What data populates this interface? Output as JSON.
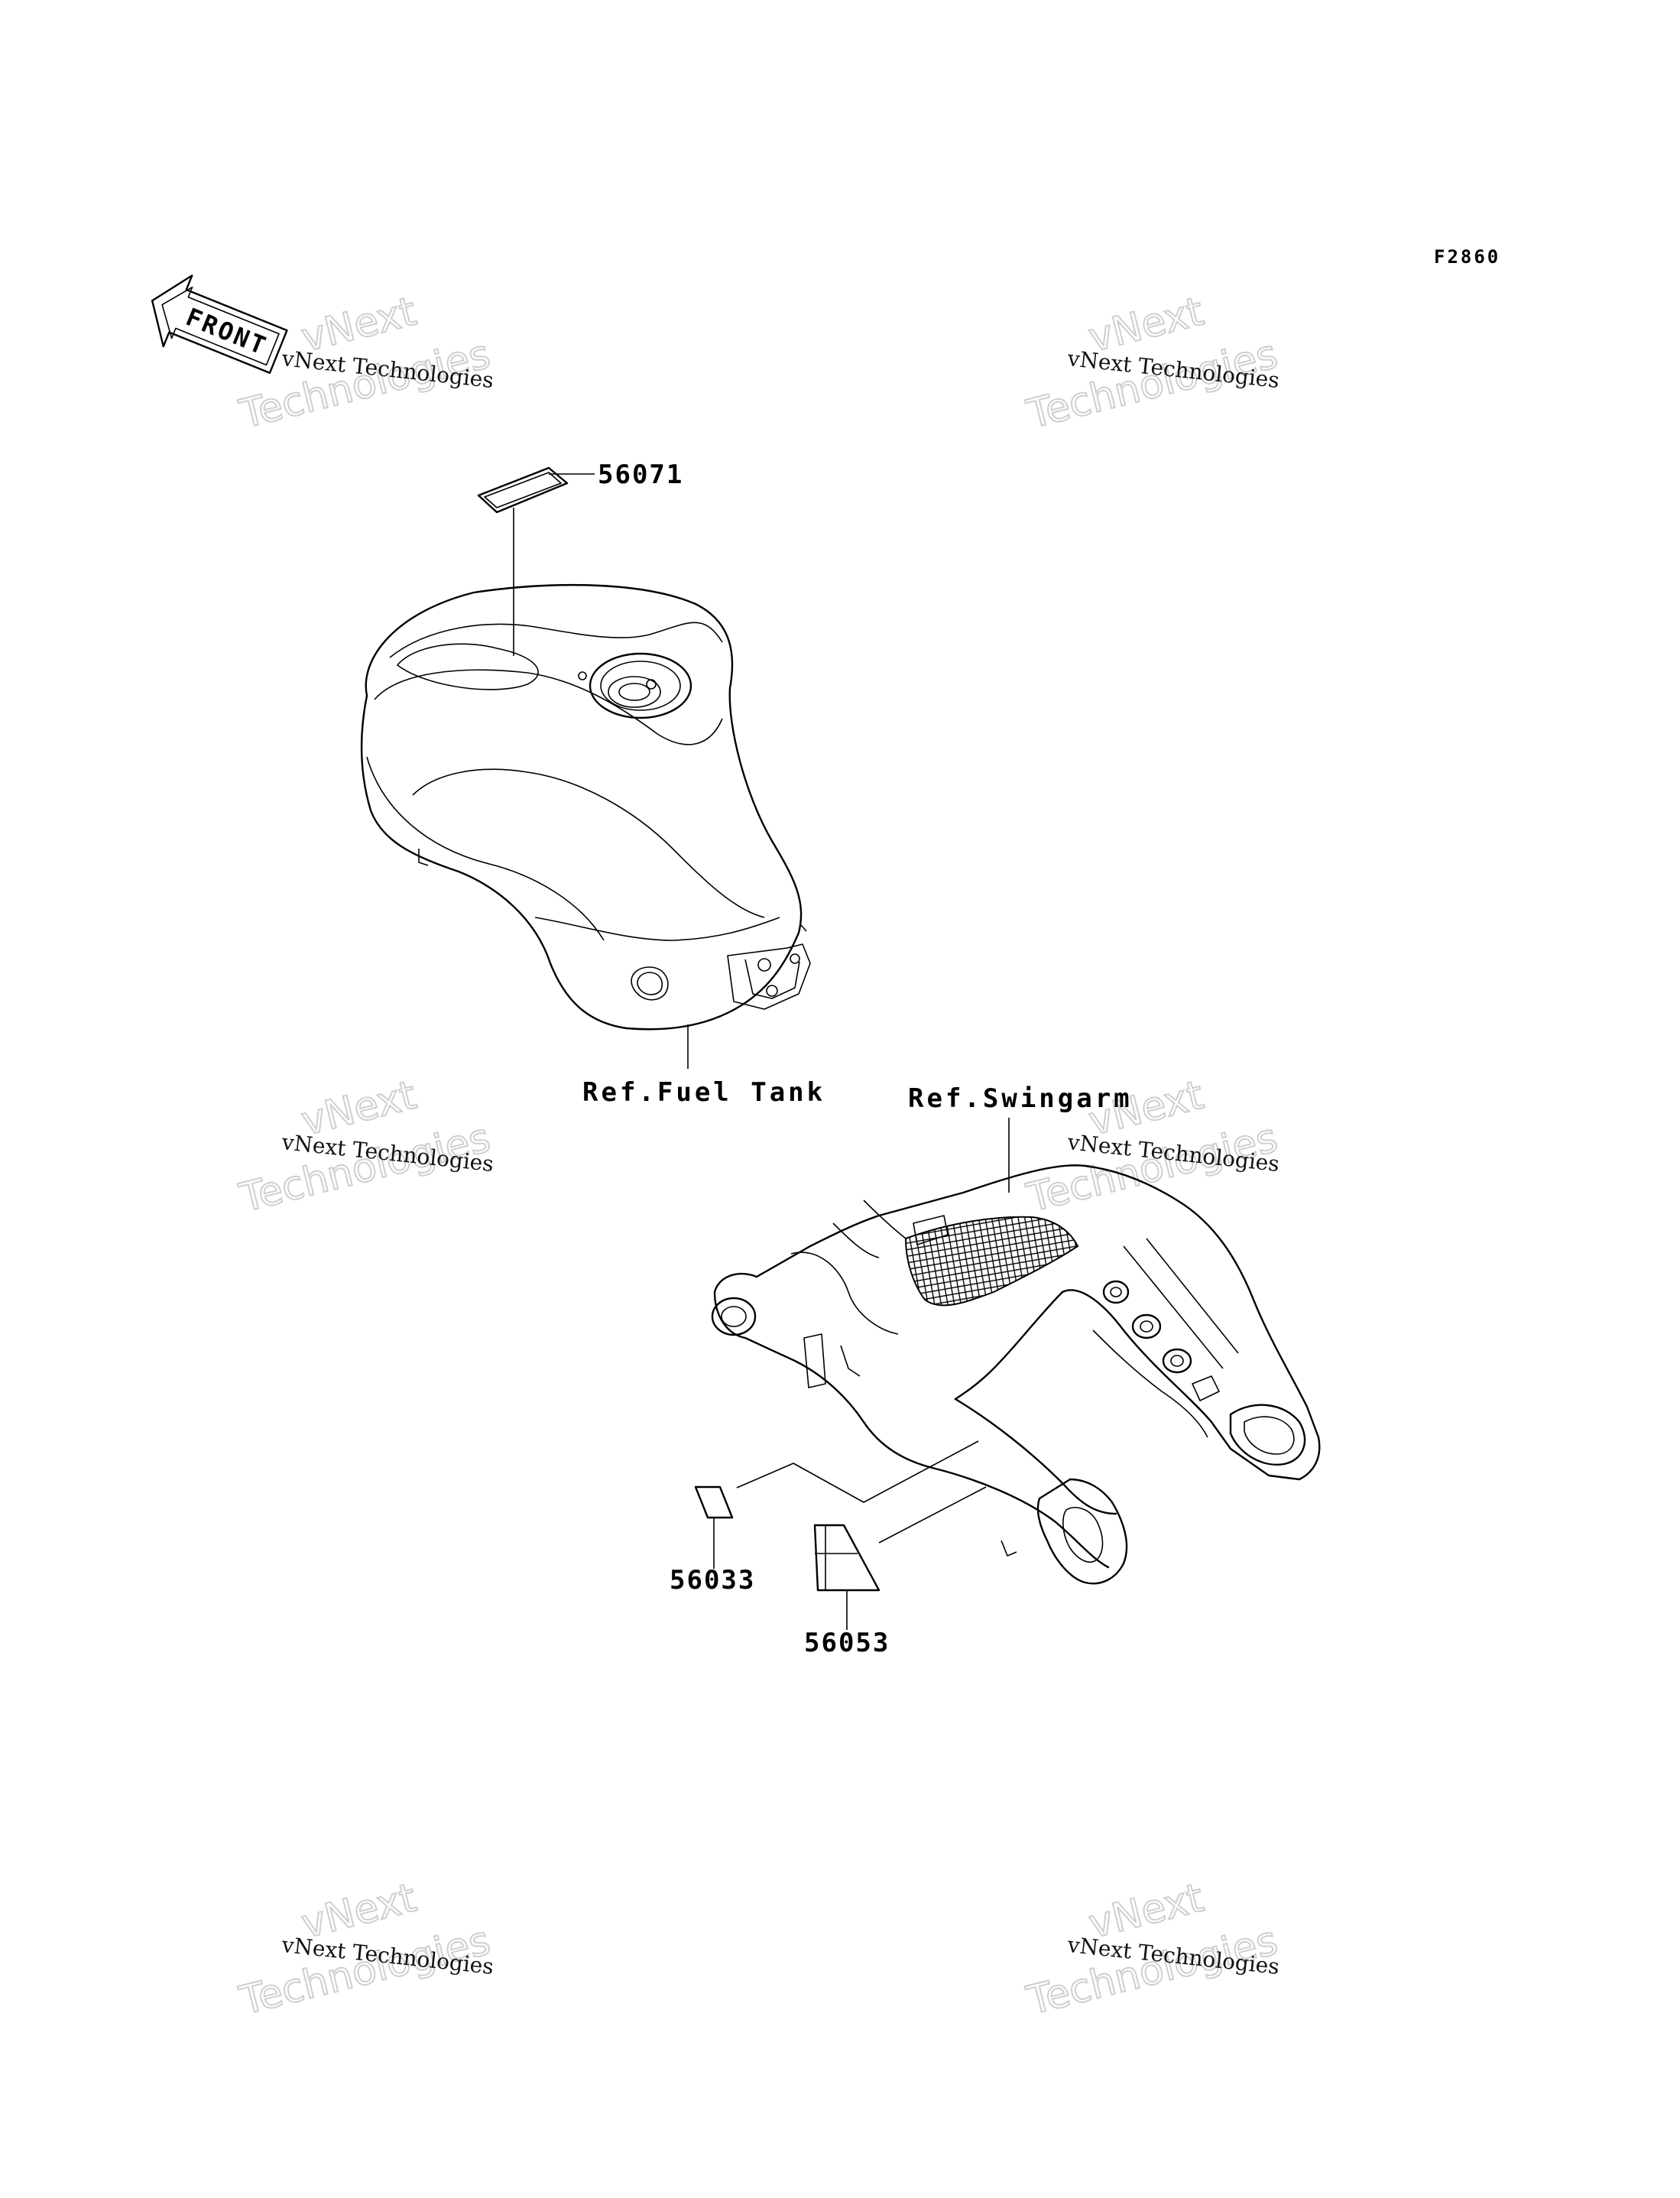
{
  "diagram_code": "F2860",
  "front_arrow": {
    "label": "FRONT",
    "icon": "front-direction-arrow-icon"
  },
  "parts": [
    {
      "number": "56071"
    },
    {
      "number": "56033"
    },
    {
      "number": "56053"
    }
  ],
  "references": {
    "fuel_tank": "Ref.Fuel Tank",
    "swingarm": "Ref.Swingarm"
  },
  "watermark": {
    "line1": "vNext Technologies",
    "big_line1": "vNext",
    "big_line2": "Technologies"
  }
}
